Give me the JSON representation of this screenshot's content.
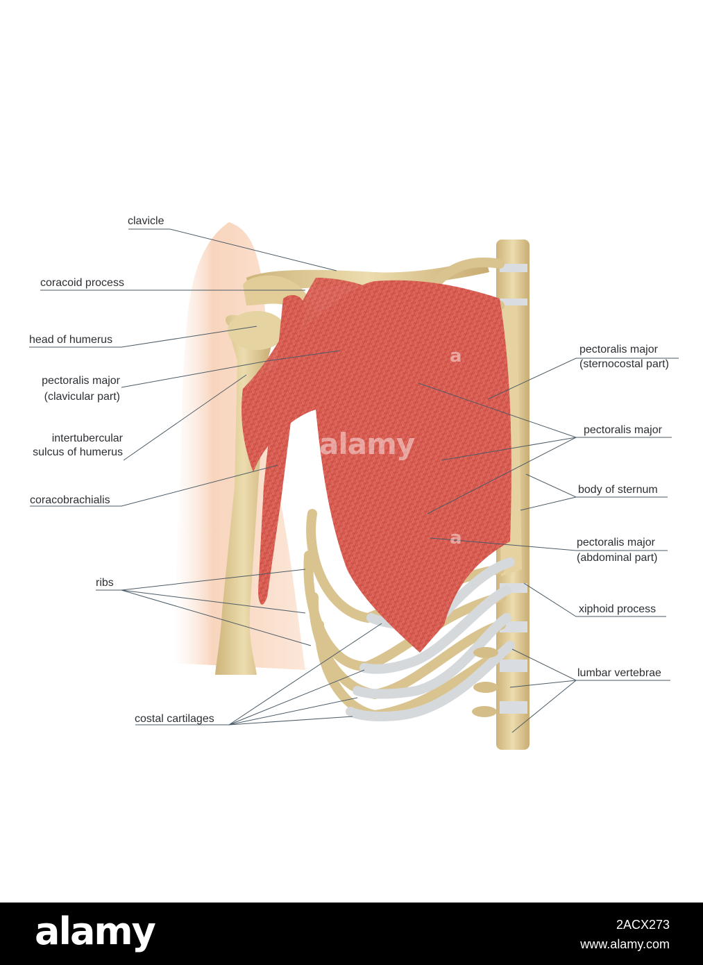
{
  "labels": {
    "clavicle": "clavicle",
    "coracoid_process": "coracoid process",
    "head_of_humerus": "head of humerus",
    "pectoralis_major_clavicular_1": "pectoralis major",
    "pectoralis_major_clavicular_2": "(clavicular part)",
    "intertubercular_1": "intertubercular",
    "intertubercular_2": "sulcus of humerus",
    "coracobrachialis": "coracobrachialis",
    "ribs": "ribs",
    "costal_cartilages": "costal cartilages",
    "pectoralis_major_sternocostal_1": "pectoralis major",
    "pectoralis_major_sternocostal_2": "(sternocostal part)",
    "pectoralis_major": "pectoralis major",
    "body_of_sternum": "body of sternum",
    "pectoralis_major_abdominal_1": "pectoralis major",
    "pectoralis_major_abdominal_2": "(abdominal part)",
    "xiphoid_process": "xiphoid process",
    "lumbar_vertebrae": "lumbar vertebrae"
  },
  "watermark": {
    "center_text": "alamy",
    "small_mark": "a"
  },
  "footer": {
    "logo": "alamy",
    "image_id": "2ACX273",
    "site": "www.alamy.com"
  },
  "colors": {
    "muscle": "#d9574c",
    "bone": "#e3cf9c",
    "cartilage": "#dcdcdc",
    "skin": "#f6d2b8",
    "leader_line": "#4a5a66"
  }
}
